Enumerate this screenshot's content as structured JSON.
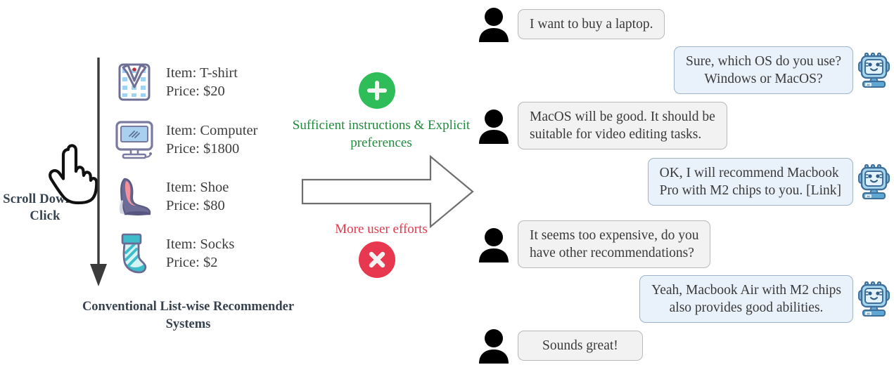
{
  "left_panel": {
    "scroll_label": "Scroll Down\n& Click",
    "caption": "Conventional List-wise\nRecommender Systems",
    "hand_icon": "pointing-hand-cursor",
    "arrow_icon": "long-down-arrow",
    "items": [
      {
        "icon": "folded-shirt-icon",
        "name_line": "Item: T-shirt",
        "price_line": "Price:  $20",
        "item": "T-shirt",
        "price": "$20"
      },
      {
        "icon": "desktop-computer-icon",
        "name_line": "Item: Computer",
        "price_line": "Price:  $1800",
        "item": "Computer",
        "price": "$1800"
      },
      {
        "icon": "high-heel-shoe-icon",
        "name_line": "Item: Shoe",
        "price_line": "Price:  $80",
        "item": "Shoe",
        "price": "$80"
      },
      {
        "icon": "striped-sock-icon",
        "name_line": "Item: Socks",
        "price_line": "Price:  $2",
        "item": "Socks",
        "price": "$2"
      }
    ]
  },
  "middle_panel": {
    "positive_badge_icon": "green-plus-circle-icon",
    "positive_text": "Sufficient instructions\n& Explicit preferences",
    "negative_badge_icon": "red-cross-circle-icon",
    "negative_text": "More user efforts",
    "arrow_icon": "right-block-arrow"
  },
  "chat_panel": {
    "user_avatar_icon": "person-silhouette-icon",
    "bot_avatar_icon": "ai-robot-icon",
    "messages": [
      {
        "sender": "user",
        "text": "I want to buy a laptop."
      },
      {
        "sender": "bot",
        "text": "Sure, which OS do you use?\nWindows or MacOS?"
      },
      {
        "sender": "user",
        "text": "MacOS will be good. It should be\nsuitable for video editing tasks."
      },
      {
        "sender": "bot",
        "text": "OK, I will recommend Macbook\nPro with M2 chips to you. [Link]"
      },
      {
        "sender": "user",
        "text": "It seems too expensive, do you\nhave other recommendations?"
      },
      {
        "sender": "bot",
        "text": "Yeah, Macbook Air with M2 chips\nalso provides good abilities."
      },
      {
        "sender": "user",
        "text": "Sounds great!"
      }
    ]
  },
  "colors": {
    "positive_green": "#1f8b3d",
    "positive_badge": "#2ebd59",
    "negative_red": "#e03a4e",
    "negative_badge": "#e8384f",
    "user_bubble_bg": "#f2f2f2",
    "user_bubble_border": "#b9b9b9",
    "bot_bubble_bg": "#e9f1fb",
    "bot_bubble_border": "#9fb3cc",
    "heading_slate": "#37424f",
    "arrow_gray": "#6e6e6e"
  }
}
